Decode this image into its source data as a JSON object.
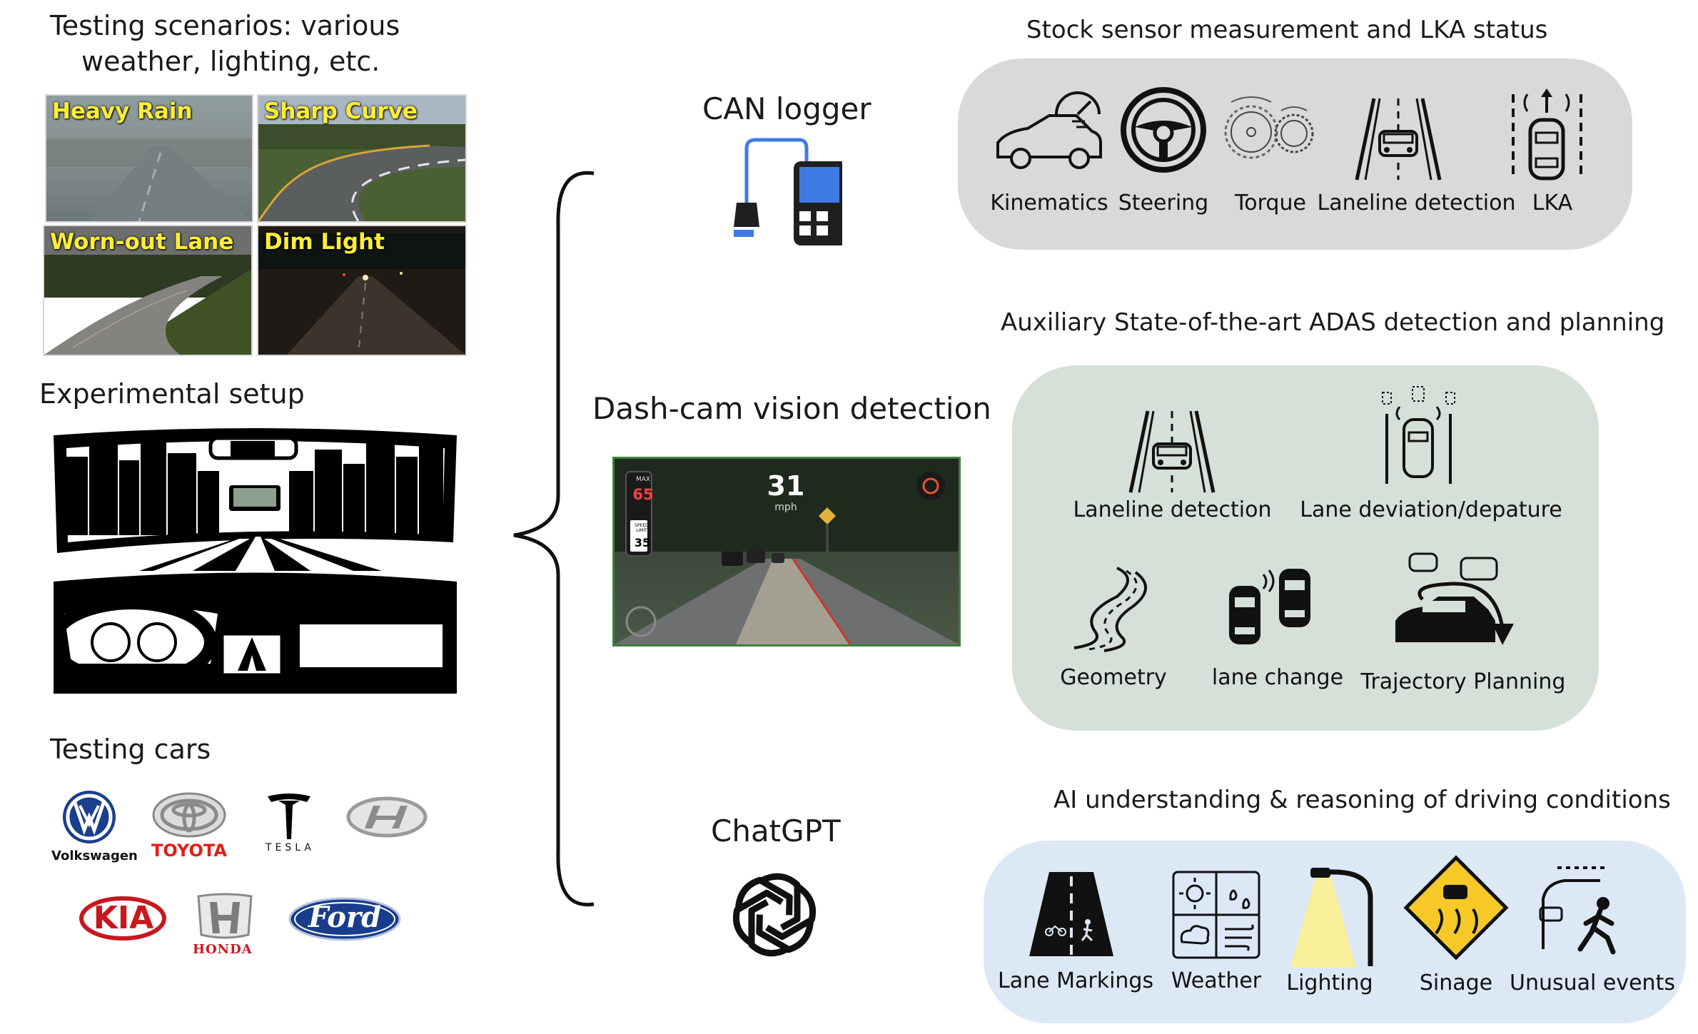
{
  "left": {
    "scenarios_title_line1": "Testing scenarios: various",
    "scenarios_title_line2": "weather, lighting, etc.",
    "scenarios": [
      {
        "label": "Heavy Rain"
      },
      {
        "label": "Sharp Curve"
      },
      {
        "label": "Worn-out  Lane"
      },
      {
        "label": "Dim Light"
      }
    ],
    "setup_title": "Experimental setup",
    "cars_title": "Testing cars",
    "car_brands": [
      {
        "name": "Volkswagen",
        "wordmark": "Volkswagen"
      },
      {
        "name": "Toyota",
        "wordmark": "TOYOTA"
      },
      {
        "name": "Tesla",
        "wordmark": "TESLA"
      },
      {
        "name": "Hyundai",
        "wordmark": ""
      },
      {
        "name": "Kia",
        "wordmark": "KIA"
      },
      {
        "name": "Honda",
        "wordmark": "HONDA"
      },
      {
        "name": "Ford",
        "wordmark": "Ford"
      }
    ]
  },
  "middle": {
    "can_logger_label": "CAN logger",
    "dashcam_label": "Dash-cam vision detection",
    "dashcam": {
      "speed": "31",
      "speed_unit": "mph",
      "max_label": "MAX",
      "max_value": "65",
      "limit_label": "SPEED LIMIT",
      "limit_value": "35"
    },
    "chatgpt_label": "ChatGPT"
  },
  "stock": {
    "title": "Stock sensor measurement and LKA  status",
    "items": [
      {
        "label": "Kinematics",
        "icon": "car-speedometer-icon"
      },
      {
        "label": "Steering",
        "icon": "steering-wheel-icon"
      },
      {
        "label": "Torque",
        "icon": "gears-icon"
      },
      {
        "label": "Laneline detection",
        "icon": "lane-car-icon"
      },
      {
        "label": "LKA",
        "icon": "lane-keep-icon"
      }
    ],
    "color": "#d9d9d9"
  },
  "aux": {
    "title": "Auxiliary State-of-the-art ADAS detection and planning",
    "items": [
      {
        "label": "Laneline detection",
        "icon": "lane-car-icon"
      },
      {
        "label": "Lane deviation/depature",
        "icon": "lane-deviation-icon"
      },
      {
        "label": "Geometry",
        "icon": "road-curve-icon"
      },
      {
        "label": "lane change",
        "icon": "lane-change-icon"
      },
      {
        "label": "Trajectory Planning",
        "icon": "trajectory-icon"
      }
    ],
    "color": "#d5e0d8"
  },
  "ai": {
    "title": "AI understanding & reasoning of driving conditions",
    "items": [
      {
        "label": "Lane Markings",
        "icon": "lane-markings-icon"
      },
      {
        "label": "Weather",
        "icon": "weather-grid-icon"
      },
      {
        "label": "Lighting",
        "icon": "street-lamp-icon"
      },
      {
        "label": "Sinage",
        "icon": "slippery-road-sign-icon"
      },
      {
        "label": "Unusual events",
        "icon": "pedestrian-car-icon"
      }
    ],
    "color": "#dce8f6"
  }
}
